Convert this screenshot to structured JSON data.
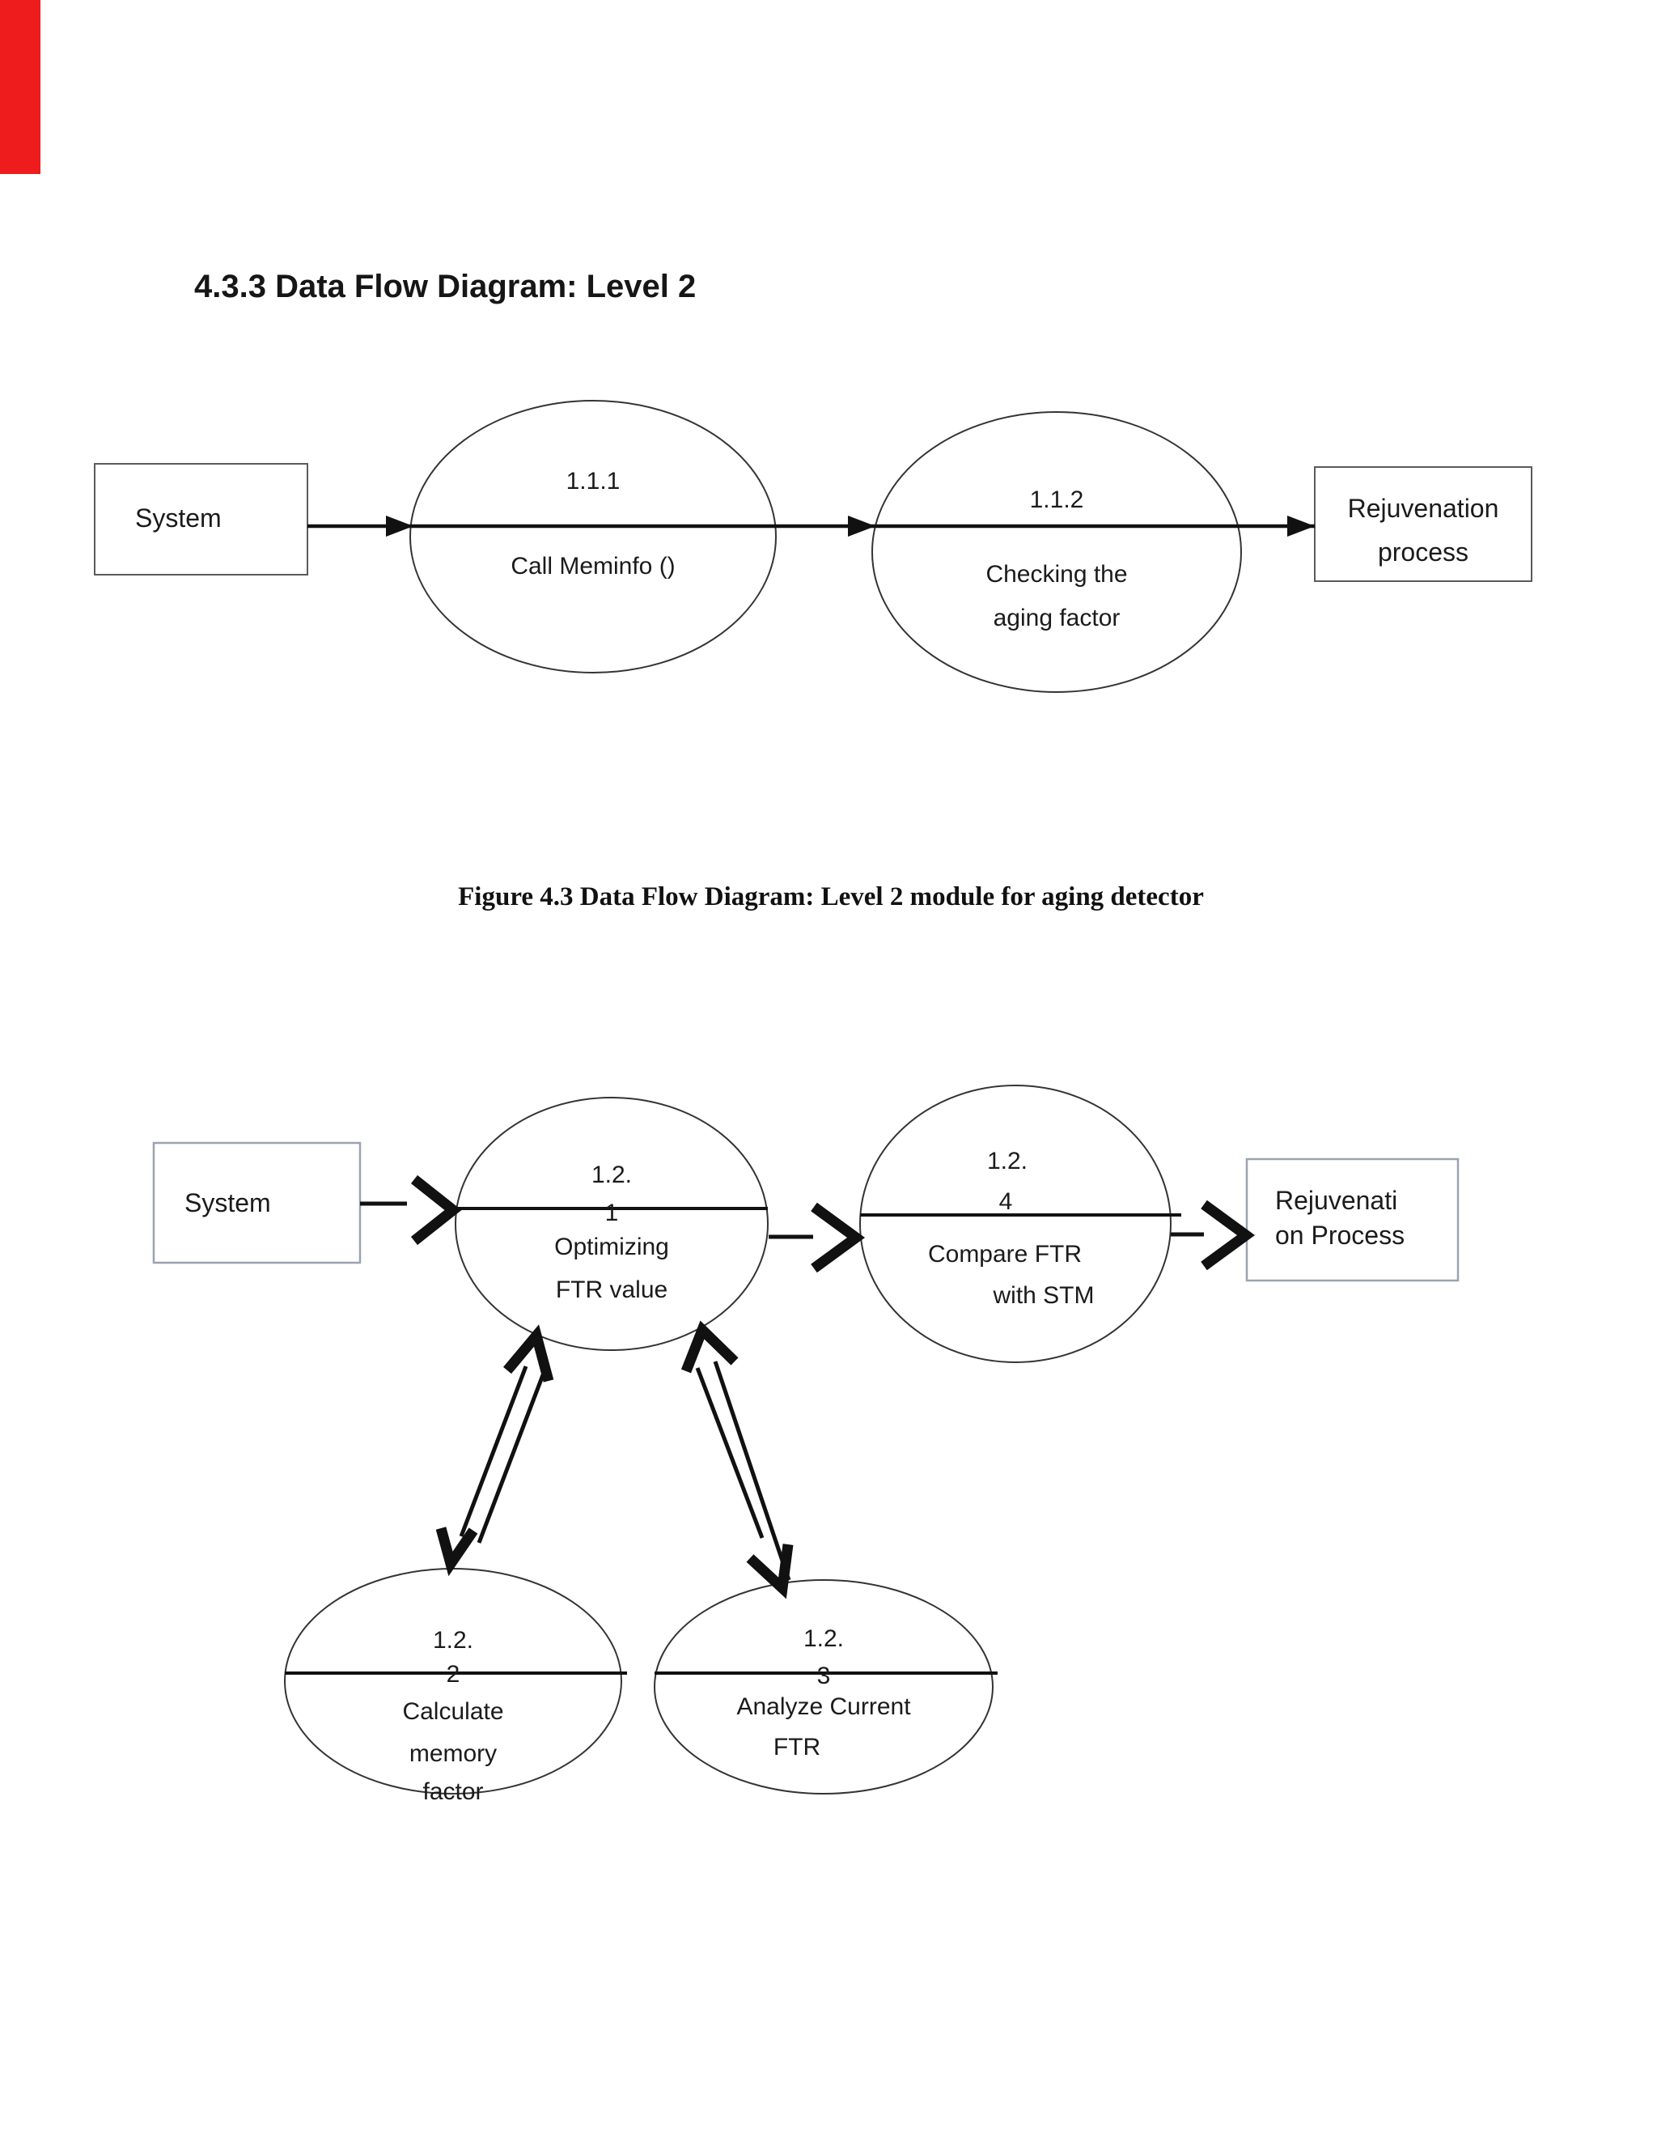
{
  "page": {
    "title": "4.3.3 Data Flow Diagram: Level 2",
    "caption": "Figure 4.3 Data Flow Diagram: Level 2 module for aging detector"
  },
  "accent": {
    "bar_color": "#ee1c1c"
  },
  "dfd_top": {
    "source_label": "System",
    "p111": {
      "number": "1.1.1",
      "label": "Call Meminfo ()"
    },
    "p112": {
      "number": "1.1.2",
      "label1": "Checking the",
      "label2": "aging factor"
    },
    "sink1": "Rejuvenation",
    "sink2": "process"
  },
  "dfd_bottom": {
    "source_label": "System",
    "p121": {
      "prefix": "1.2.",
      "digit": "1",
      "label1": "Optimizing",
      "label2": "FTR value"
    },
    "p124": {
      "prefix": "1.2.",
      "digit": "4",
      "label1": "Compare FTR",
      "label2": "with STM"
    },
    "sink1": "Rejuvenati",
    "sink2": "on Process",
    "p122": {
      "prefix": "1.2.",
      "digit": "2",
      "label1": "Calculate",
      "label2": "memory",
      "label3": "factor"
    },
    "p123": {
      "prefix": "1.2.",
      "digit": "3",
      "label1": "Analyze Current",
      "label2": "FTR"
    }
  }
}
